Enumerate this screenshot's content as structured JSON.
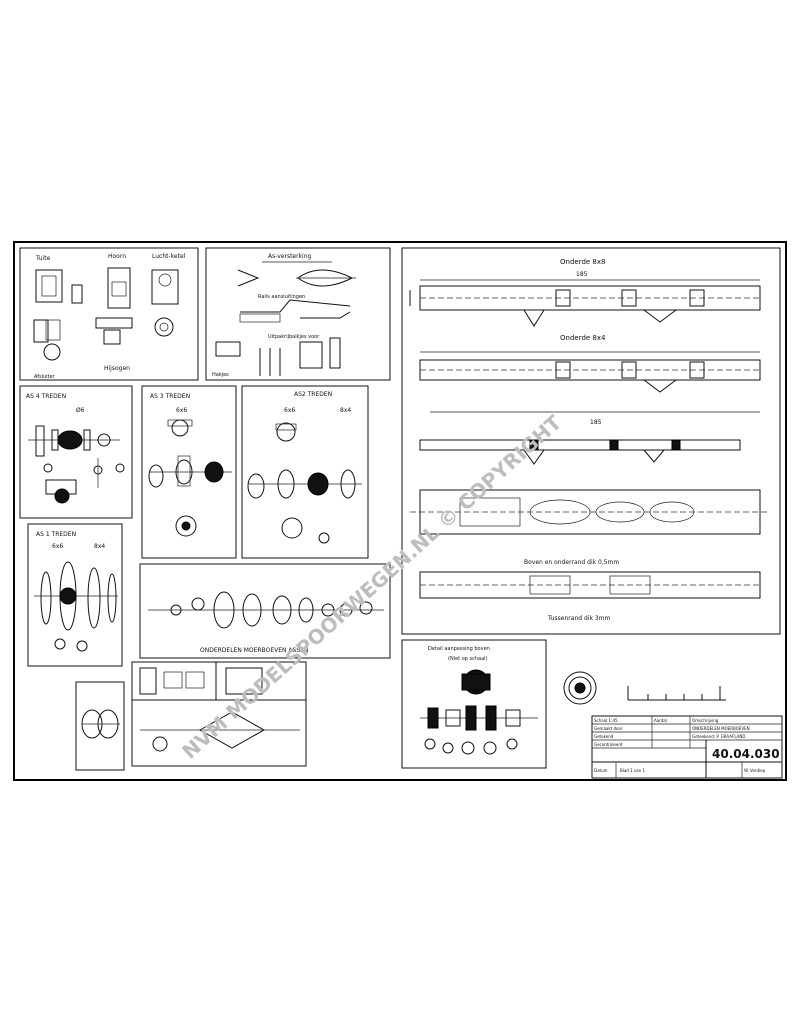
{
  "sheet_title": "40.04.030",
  "watermark": "NVM MODELSPOORWEGEN.NL © COPYRIGHT",
  "panels": {
    "top_left": {
      "labels": [
        "Tuite",
        "Hoorn",
        "Lucht-ketel"
      ],
      "caption": "Hijsogen",
      "note": "Afsluiter"
    },
    "center_top": {
      "title": "As-versterking",
      "label_a": "Rails aansluitingen",
      "label_b": "Uitpakrijbalkjes voor",
      "label_c": "Hakjes"
    },
    "as4": {
      "title": "AS 4 TREDEN",
      "sub": "Ø6"
    },
    "as3": {
      "title": "AS 3 TREDEN",
      "sub": "6x6"
    },
    "as2": {
      "title": "AS2 TREDEN",
      "sub_a": "6x6",
      "sub_b": "8x4"
    },
    "as1": {
      "title": "AS 1 TREDEN",
      "sub_a": "6x6",
      "sub_b": "8x4"
    },
    "row_parts": {
      "caption": "ONDERDELEN MOERBOEVEN ASSEN"
    },
    "right_main": {
      "title_a": "Onderde 8x8",
      "dim_a": "185",
      "title_b": "Onderde 8x4",
      "dim_b": "185",
      "caption_c": "Boven en onderrand dik 0,5mm",
      "caption_d": "Tussenrand dik 3mm"
    },
    "detail": {
      "title": "Detail aanpassing boven",
      "sub": "(Niet op schaal)"
    }
  },
  "title_block": {
    "rows": [
      [
        "Schaal 1:45",
        "Aantal",
        "Omschrijving"
      ],
      [
        "Gemaakt door",
        "",
        "ONDERDELEN MOERBOEVEN"
      ],
      [
        "Getekend",
        "",
        "Geteekend: P. GRAAFLAND"
      ],
      [
        "Gecontroleerd",
        "",
        ""
      ]
    ],
    "drawing_number": "40.04.030",
    "bottom": [
      "Datum",
      "Blad 1 van 1",
      "W. Verdiep"
    ]
  }
}
